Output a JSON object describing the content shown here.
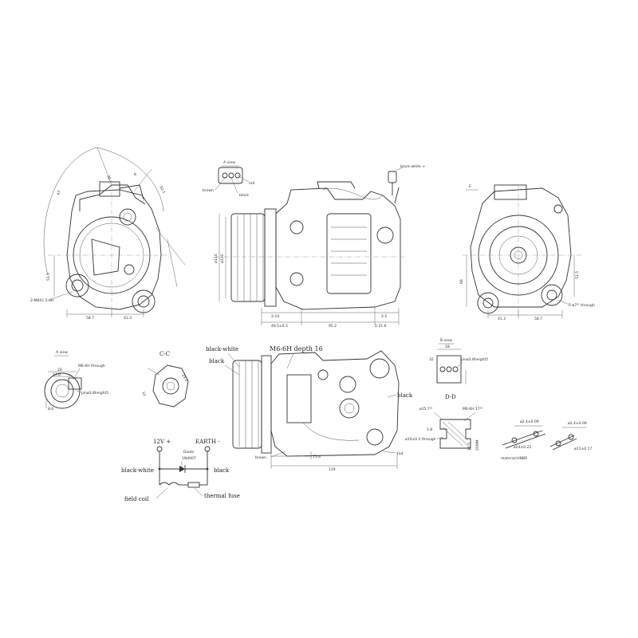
{
  "labels": {
    "top_black_white": "black-white +",
    "a_view_top": "A view",
    "brown": "brown",
    "red": "red",
    "black": "black",
    "e_mark": "E",
    "m8": "2-M8X1.5-6H",
    "through_right": "2-ø7⁰¹ through",
    "b_view": "A view",
    "m6_through": "M6-6H through",
    "pin_height": "pinø3.8height5",
    "cc": "C-C",
    "black_white_mid": "black-white",
    "black_mid": "black",
    "m6_depth": "M6-6H depth 16",
    "black_right": "black",
    "brown_bottom": "brown",
    "red_bottom": "red",
    "b_view_right": "B view",
    "pin_height_right": "pinø3.8height5",
    "dd": "D-D",
    "hole_15": "ø15.7⁰¹",
    "m6_6h": "M6-6H 17⁰¹",
    "hole_10": "ø10±0.2 through",
    "wire_ref": "20MM",
    "d1": "ø2.4±0.09",
    "d2": "ø2.4±0.09",
    "d3": "ø24±0.22",
    "d4": "ø11±0.17",
    "material": "material:HNBR",
    "v12": "12V +",
    "earth": "EARTH -",
    "diode": "Diode",
    "diode_model": "1N4007",
    "black_white_circuit": "black-white",
    "black_circuit": "black",
    "field_coil": "field coil",
    "thermal_fuse": "thermal fuse"
  },
  "dims": {
    "d58_7_left": "58.7",
    "d41_3_left": "41.3",
    "d51_5_left": "51.5",
    "d30_7": "30.7",
    "d8": "8",
    "d32_1": "32.1",
    "d47": "47",
    "d2_14": "2-14",
    "d49_5": "49.5±0.5",
    "d95_2": "95.2",
    "d2_5": "2-5",
    "d2_31_6": "2-31.6",
    "d114": "ø114",
    "d110": "ø110",
    "d41_3_right": "41.3",
    "d58_7_right": "58.7",
    "d66": "66",
    "d51_5_right": "51.5",
    "d75_4": "75.4",
    "d119": "119",
    "d18": "18",
    "d32": "32",
    "d12": "12",
    "d1_8": "1.8",
    "d16_5": "16.5",
    "d20": "20",
    "d17_6": "17.6",
    "d8_6": "8.6",
    "d24_5": "24.5"
  }
}
